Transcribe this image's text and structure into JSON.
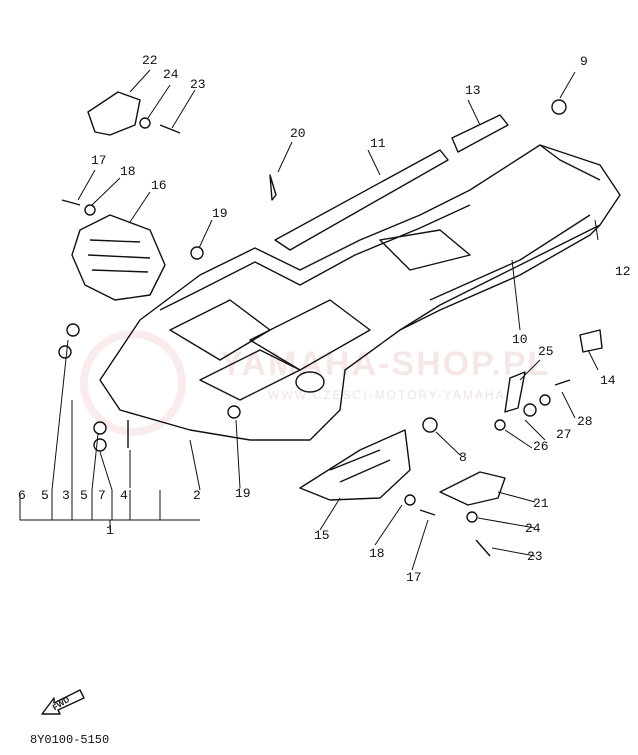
{
  "diagram": {
    "callouts": [
      "22",
      "24",
      "23",
      "9",
      "13",
      "20",
      "11",
      "17",
      "18",
      "16",
      "19",
      "12",
      "10",
      "14",
      "25",
      "28",
      "27",
      "26",
      "6",
      "5",
      "3",
      "5",
      "7",
      "4",
      "2",
      "19",
      "8",
      "21",
      "24",
      "15",
      "18",
      "17",
      "23",
      "1"
    ],
    "footer_code": "8Y0100-5150",
    "fwd_label": "FWD",
    "watermark": "YAMAHA-SHOP.PL",
    "watermark_sub": "WWW.CZESCI-MOTORY-YAMAHA"
  },
  "colors": {
    "ink": "#111111",
    "watermark": "#e09a9a"
  }
}
